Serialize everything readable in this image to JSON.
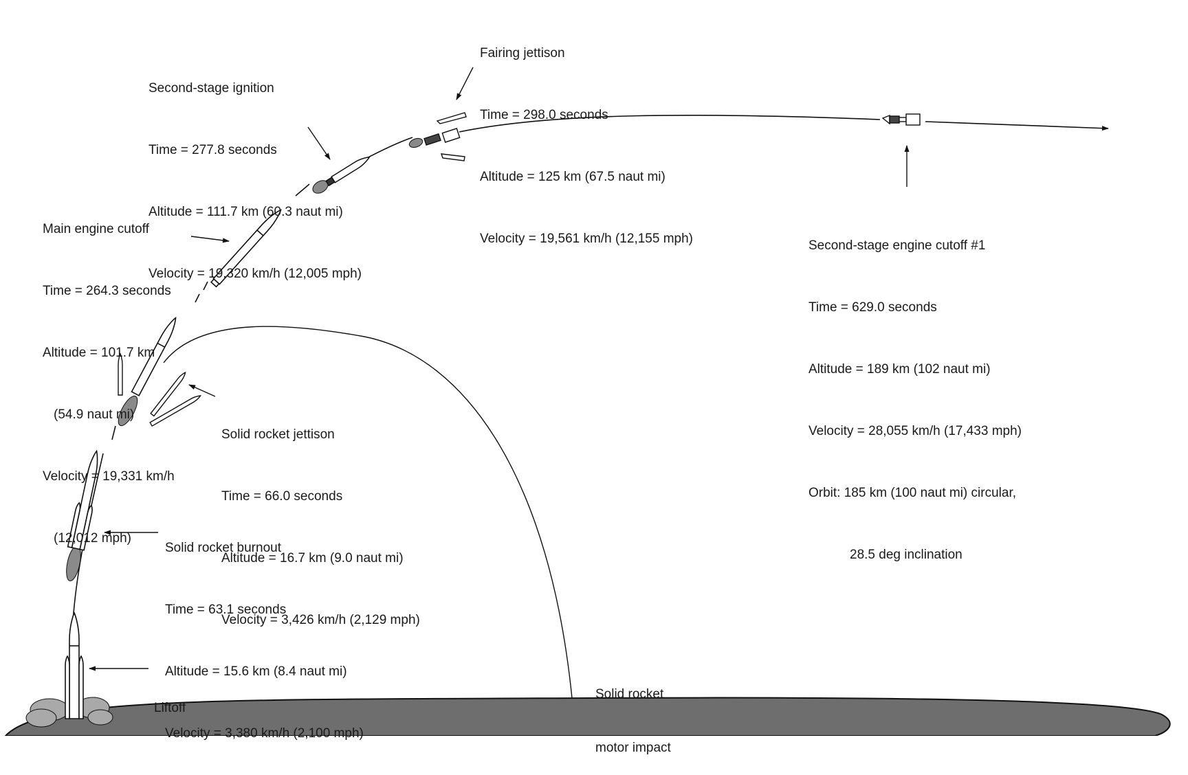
{
  "events": {
    "liftoff": {
      "title": "Liftoff"
    },
    "srb_burnout": {
      "title": "Solid rocket burnout",
      "time": "Time = 63.1 seconds",
      "altitude": "Altitude = 15.6 km (8.4 naut mi)",
      "velocity": "Velocity = 3,380 km/h (2,100 mph)"
    },
    "srb_jettison": {
      "title": "Solid rocket jettison",
      "time": "Time = 66.0 seconds",
      "altitude": "Altitude = 16.7 km (9.0 naut mi)",
      "velocity": "Velocity = 3,426 km/h (2,129 mph)"
    },
    "meco": {
      "title": "Main engine cutoff",
      "time": "Time = 264.3 seconds",
      "altitude_1": "Altitude = 101.7 km",
      "altitude_2": "(54.9 naut mi)",
      "velocity_1": "Velocity = 19,331 km/h",
      "velocity_2": "(12,012 mph)"
    },
    "second_stage_ignition": {
      "title": "Second-stage ignition",
      "time": "Time = 277.8 seconds",
      "altitude": "Altitude = 111.7 km (60.3 naut mi)",
      "velocity": "Velocity = 19,320 km/h (12,005 mph)"
    },
    "fairing_jettison": {
      "title": "Fairing jettison",
      "time": "Time = 298.0 seconds",
      "altitude": "Altitude = 125 km (67.5 naut mi)",
      "velocity": "Velocity = 19,561 km/h (12,155 mph)"
    },
    "seco1": {
      "title": "Second-stage engine cutoff #1",
      "time": "Time = 629.0 seconds",
      "altitude": "Altitude = 189 km (102 naut mi)",
      "velocity": "Velocity = 28,055 km/h (17,433 mph)",
      "orbit_1": "Orbit: 185 km (100 naut mi) circular,",
      "orbit_2": "28.5 deg inclination"
    },
    "srb_impact": {
      "line_1": "Solid rocket",
      "line_2": "motor impact"
    }
  },
  "colors": {
    "ground": "#6e6e6e",
    "line": "#111111",
    "exhaust": "#8a8a8a",
    "smoke": "#a9a9a9"
  }
}
